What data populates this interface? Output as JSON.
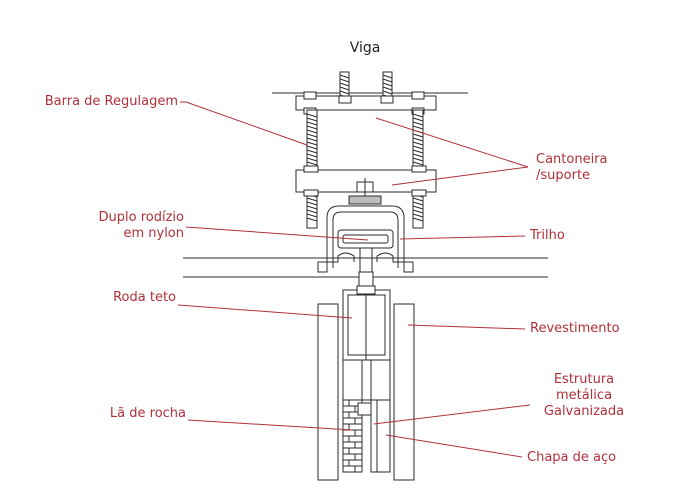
{
  "title": "Viga",
  "colors": {
    "label": "#b0303a",
    "leader": "#b0303a",
    "line": "#2b2b2b",
    "fill": "#ffffff",
    "accent_fill": "#bdbdbd"
  },
  "labels": {
    "barra": "Barra de Regulagem",
    "cantoneira_1": "Cantoneira",
    "cantoneira_2": "/suporte",
    "duplo_1": "Duplo rodízio",
    "duplo_2": "em nylon",
    "trilho": "Trilho",
    "roda": "Roda teto",
    "revestimento": "Revestimento",
    "estrutura_1": "Estrutura",
    "estrutura_2": "metálica",
    "estrutura_3": "Galvanizada",
    "la": "Lã de rocha",
    "chapa": "Chapa de aço"
  }
}
